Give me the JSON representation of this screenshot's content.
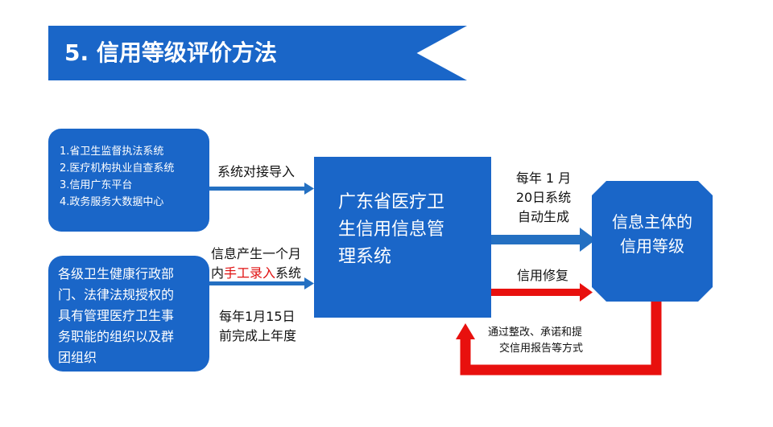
{
  "title": "5. 信用等级评价方法",
  "sources": {
    "systems": [
      "1.省卫生监督执法系统",
      "2.医疗机构执业自查系统",
      "3.信用广东平台",
      "4.政务服务大数据中心"
    ],
    "organizations": [
      "各级卫生健康行政部",
      "门、法律法规授权的",
      "具有管理医疗卫生事",
      "务职能的组织以及群",
      "团组织"
    ]
  },
  "center_system": [
    "广东省医疗卫",
    "生信用信息管",
    "理系统"
  ],
  "credit_level": [
    "信息主体的",
    "信用等级"
  ],
  "labels": {
    "import": "系统对接导入",
    "manual_line1": "信息产生一个月",
    "manual_line2_prefix": "内",
    "manual_line2_highlight": "手工录入",
    "manual_line2_suffix": "系统",
    "deadline_line1": "每年1月15日",
    "deadline_line2": "前完成上年度",
    "auto_line1": "每年 1 月",
    "auto_line2": "20日系统",
    "auto_line3": "自动生成",
    "repair": "信用修复",
    "feedback_line1": "通过整改、承诺和提",
    "feedback_line2": "交信用报告等方式"
  },
  "colors": {
    "box_blue": "#1a66c8",
    "arrow_blue": "#2470c2",
    "arrow_red": "#e8100e",
    "highlight_red": "#e01010"
  }
}
